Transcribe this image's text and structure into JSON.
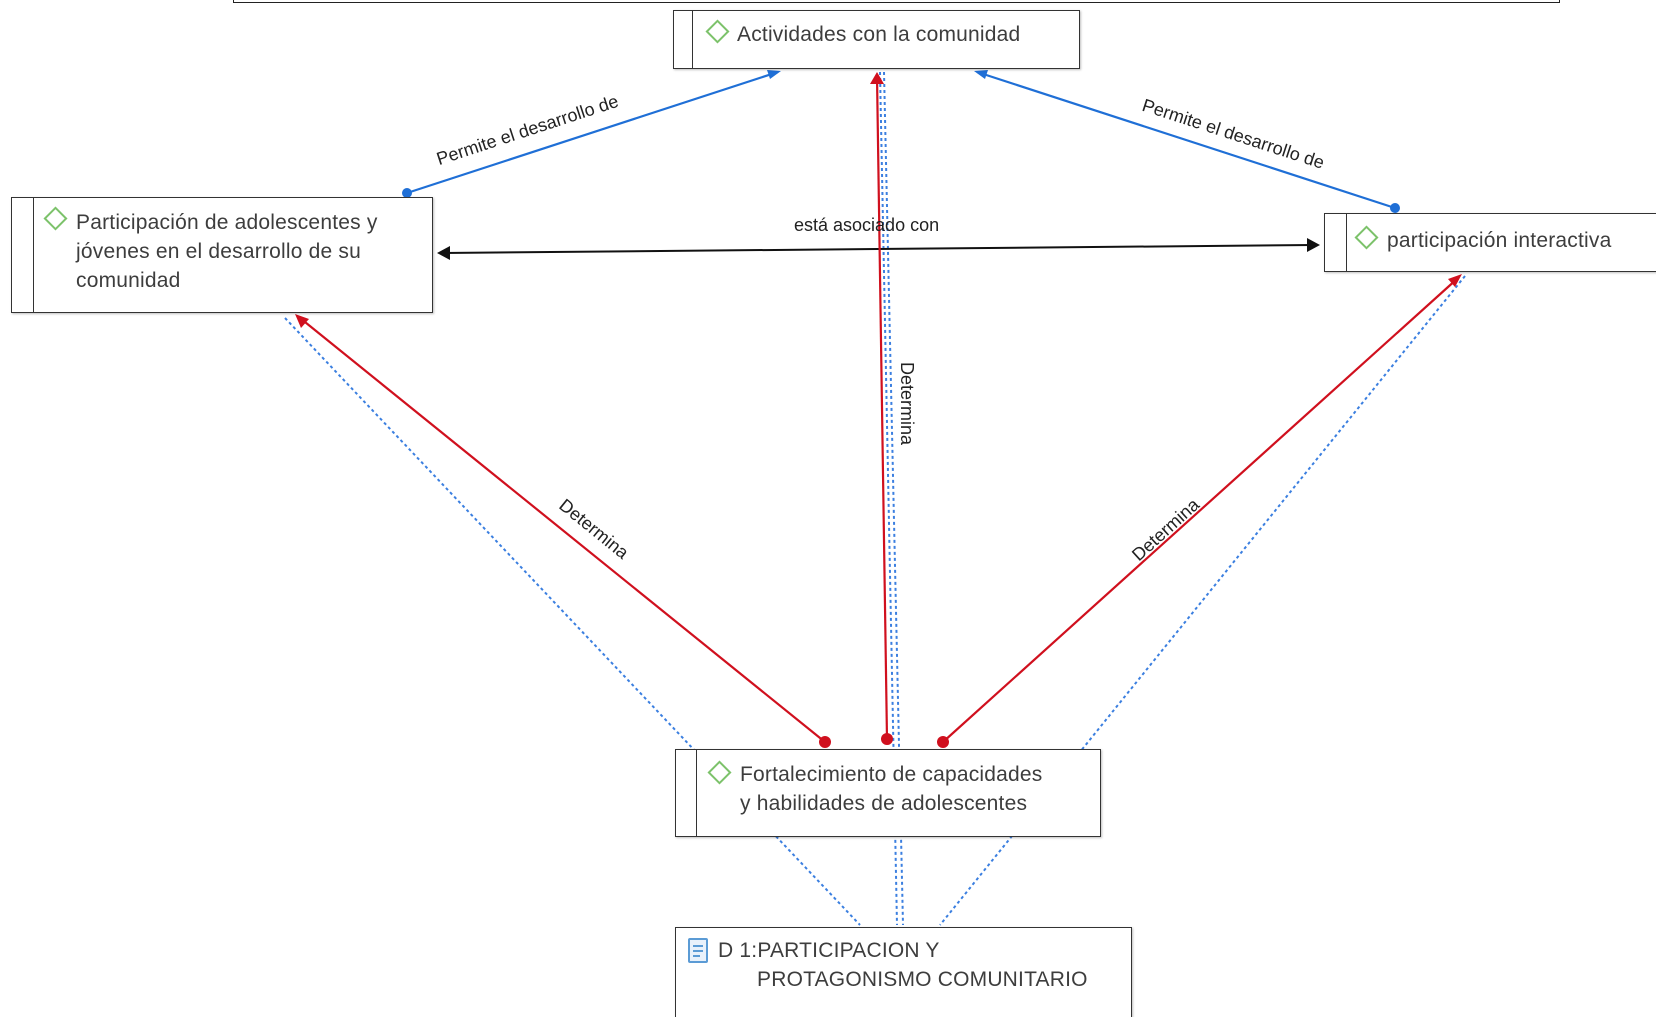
{
  "nodes": {
    "actividades": "Actividades con la comunidad",
    "participacion_adolescentes": [
      "Participación de adolescentes y",
      "jóvenes en el desarrollo de su",
      "comunidad"
    ],
    "participacion_interactiva": "participación interactiva",
    "fortalecimiento": [
      "Fortalecimiento de capacidades",
      "y habilidades de adolescentes"
    ],
    "documento": [
      "D 1:PARTICIPACION Y",
      "PROTAGONISMO COMUNITARIO"
    ]
  },
  "relations": {
    "permite_left": "Permite el desarrollo de",
    "permite_right": "Permite el desarrollo de",
    "asociado": "está asociado con",
    "determina_left": "Determina",
    "determina_center": "Determina",
    "determina_right": "Determina"
  },
  "icons": {
    "code": "green-diamond-icon",
    "document": "document-icon"
  },
  "colors": {
    "blue": "#1f6fd6",
    "red": "#d0101e",
    "black": "#111111",
    "dotted_blue": "#3b7fe0",
    "diamond_green": "#7cc26a"
  }
}
